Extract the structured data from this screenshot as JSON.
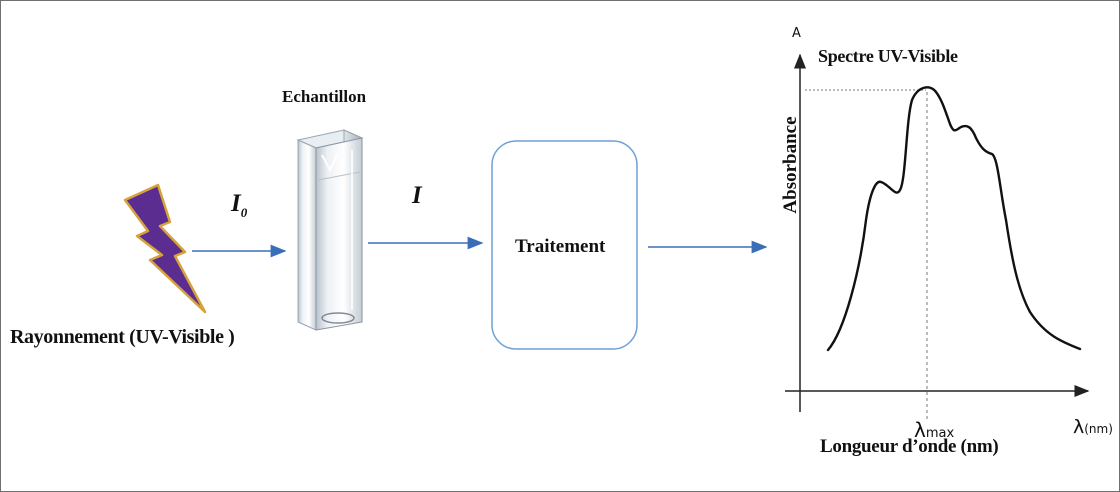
{
  "source": {
    "label": "Rayonnement (UV-Visible )"
  },
  "sample": {
    "label": "Echantillon"
  },
  "beam": {
    "incident_label": "I",
    "incident_subscript": "0",
    "transmitted_label": "I"
  },
  "processing": {
    "label": "Traitement"
  },
  "spectrum": {
    "title": "Spectre UV-Visible",
    "y_axis_letter": "A",
    "y_axis_label": "Absorbance",
    "x_axis_label": "Longueur d’onde (nm)",
    "x_axis_symbol": "λ",
    "x_axis_unit": "(nm)",
    "peak_symbol": "λ",
    "peak_subscript": "max"
  },
  "colors": {
    "arrow": "#3a6fb7",
    "box_border": "#6fa1d6",
    "bolt_fill": "#5b2d91",
    "bolt_edge": "#d6a23c",
    "axis": "#222222",
    "curve": "#111111"
  }
}
